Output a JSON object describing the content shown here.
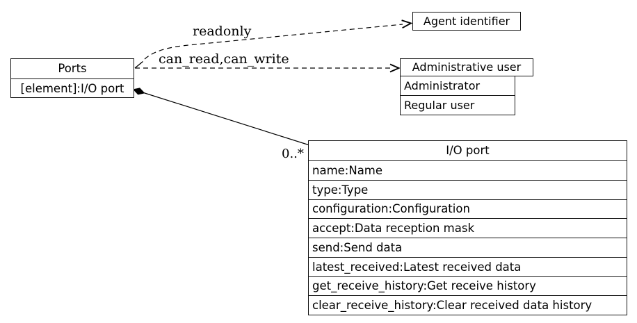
{
  "diagram": {
    "background_color": "#ffffff",
    "line_color": "#000000",
    "nodes": {
      "ports": {
        "title": "Ports",
        "attribute": "[element]:I/O port"
      },
      "agent_identifier": {
        "title": "Agent identifier"
      },
      "administrative_user": {
        "title": "Administrative user",
        "values": [
          "Administrator",
          "Regular user"
        ]
      },
      "io_port": {
        "title": "I/O port",
        "attributes": [
          "name:Name",
          "type:Type",
          "configuration:Configuration",
          "accept:Data reception mask",
          "send:Send data",
          "latest_received:Latest received data",
          "get_receive_history:Get receive history",
          "clear_receive_history:Clear received data history"
        ]
      }
    },
    "edges": {
      "readonly": {
        "label": "readonly",
        "style": "dashed",
        "from": "Ports",
        "to": "Agent identifier"
      },
      "can_read_write": {
        "label": "can_read,can_write",
        "style": "dashed",
        "from": "Ports",
        "to": "Administrative user"
      },
      "composition": {
        "multiplicity": "0..*",
        "style": "solid",
        "from": "Ports",
        "to": "I/O port"
      }
    }
  }
}
